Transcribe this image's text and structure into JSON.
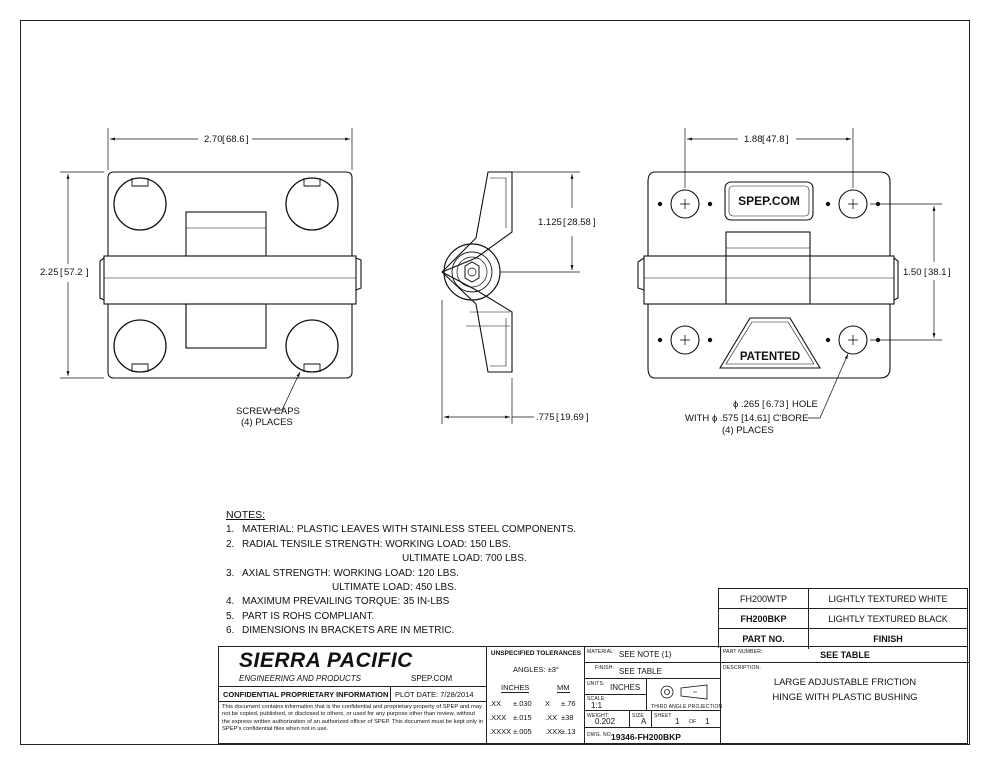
{
  "company": {
    "name": "SIERRA PACIFIC",
    "subtitle": "ENGINEERING AND PRODUCTS",
    "website": "SPEP.COM"
  },
  "views": {
    "front": {
      "width_dim": "2.70",
      "width_metric": "68.6",
      "height_dim": "2.25",
      "height_metric": "57.2",
      "callout_line1": "SCREW CAPS",
      "callout_line2": "(4) PLACES"
    },
    "side": {
      "height_dim": "1.125",
      "height_metric": "28.58",
      "depth_dim": ".775",
      "depth_metric": "19.69"
    },
    "back": {
      "width_dim": "1.88",
      "width_metric": "47.8",
      "height_dim": "1.50",
      "height_metric": "38.1",
      "logo_text": "SPEP.COM",
      "patent_text": "PATENTED",
      "hole_line1_dim": ".265",
      "hole_line1_metric": "6.73",
      "hole_line1_suffix": "HOLE",
      "hole_line2_prefix": "WITH",
      "hole_line2_text": ".575 [14.61] C'BORE",
      "hole_line3": "(4) PLACES"
    }
  },
  "notes": {
    "title": "NOTES:",
    "items": [
      {
        "num": "1.",
        "text": "MATERIAL: PLASTIC LEAVES WITH STAINLESS STEEL COMPONENTS."
      },
      {
        "num": "2.",
        "text": "RADIAL TENSILE STRENGTH:  WORKING LOAD: 150 LBS."
      },
      {
        "num": "",
        "text": "ULTIMATE LOAD: 700 LBS.",
        "indent": 160
      },
      {
        "num": "3.",
        "text": "AXIAL STRENGTH: WORKING LOAD: 120 LBS."
      },
      {
        "num": "",
        "text": "ULTIMATE LOAD: 450 LBS.",
        "indent": 90
      },
      {
        "num": "4.",
        "text": "MAXIMUM PREVAILING TORQUE: 35 IN-LBS"
      },
      {
        "num": "5.",
        "text": "PART IS ROHS COMPLIANT."
      },
      {
        "num": "6.",
        "text": "DIMENSIONS IN BRACKETS ARE IN METRIC."
      }
    ]
  },
  "finish_table": {
    "rows": [
      {
        "part": "FH200WTP",
        "finish": "LIGHTLY TEXTURED WHITE"
      },
      {
        "part": "FH200BKP",
        "finish": "LIGHTLY TEXTURED BLACK"
      }
    ],
    "header_part": "PART NO.",
    "header_finish": "FINISH"
  },
  "title_block": {
    "confidential_title": "CONFIDENTIAL PROPRIETARY INFORMATION",
    "plot_date_label": "PLOT DATE:",
    "plot_date": "7/28/2014",
    "confidential_text": "This document contains information that is the confidential and proprietary property of SPEP and may not be copied, published, or disclosed to others, or used for any purpose other than review, without the express written authorization of an authorized officer of SPEP. This document must be kept only in SPEP's confidential files when not in use.",
    "tolerances_title": "UNSPECIFIED TOLERANCES",
    "angles": "ANGLES: ±3°",
    "inches_label": "INCHES",
    "mm_label": "MM",
    "tol_rows": [
      {
        "in_fmt": ".XX",
        "in_val": "±.030",
        "mm_fmt": "X",
        "mm_val": "±.76"
      },
      {
        "in_fmt": ".XXX",
        "in_val": "±.015",
        "mm_fmt": ".XX",
        "mm_val": "±38"
      },
      {
        "in_fmt": ".XXXX",
        "in_val": "±.005",
        "mm_fmt": ".XXX",
        "mm_val": "±.13"
      }
    ],
    "material_label": "MATERIAL:",
    "material": "SEE NOTE (1)",
    "finish_label": "FINISH:",
    "finish": "SEE TABLE",
    "units_label": "UNITS:",
    "units": "INCHES",
    "projection_label": "THIRD ANGLE PROJECTION",
    "scale_label": "SCALE:",
    "scale": "1:1",
    "weight_label": "WEIGHT:",
    "weight": "0.202",
    "size_label": "SIZE",
    "size": "A",
    "sheet_label": "SHEET",
    "sheet_num": "1",
    "sheet_of": "OF",
    "sheet_total": "1",
    "dwg_label": "DWG. NO.",
    "dwg_no": "19346-FH200BKP",
    "part_number_label": "PART NUMBER:",
    "part_number": "SEE TABLE",
    "description_label": "DESCRIPTION:",
    "description_line1": "LARGE ADJUSTABLE FRICTION",
    "description_line2": "HINGE WITH PLASTIC BUSHING"
  }
}
